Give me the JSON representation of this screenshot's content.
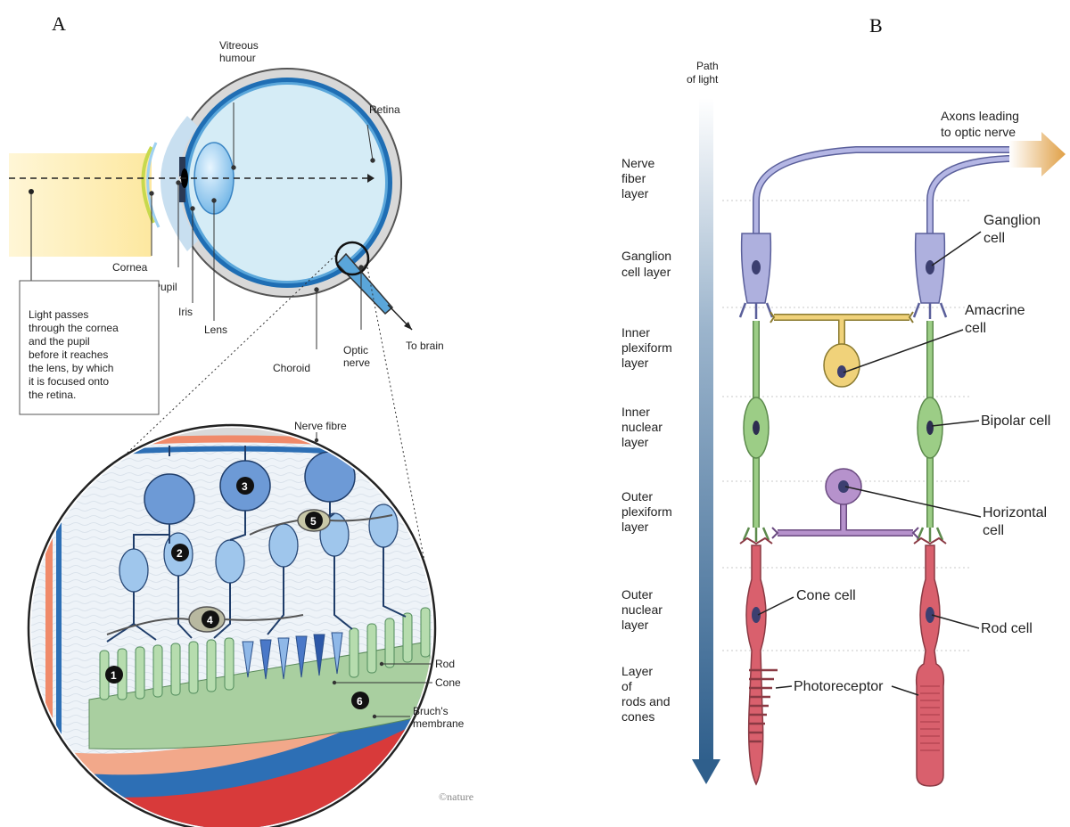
{
  "panels": {
    "a": "A",
    "b": "B"
  },
  "panel_a": {
    "labels": {
      "vitreous_1": "Vitreous",
      "vitreous_2": "humour",
      "retina": "Retina",
      "cornea": "Cornea",
      "pupil": "Pupil",
      "iris": "Iris",
      "lens": "Lens",
      "choroid": "Choroid",
      "optic_1": "Optic",
      "optic_2": "nerve",
      "to_brain": "To brain",
      "nerve_fibre": "Nerve fibre",
      "rod": "Rod",
      "cone": "Cone",
      "bruch_1": "Bruch's",
      "bruch_2": "membrane"
    },
    "callout": [
      "Light passes",
      "through the cornea",
      "and the pupil",
      "before it reaches",
      "the lens, by which",
      "it is focused onto",
      "the retina."
    ],
    "markers": [
      "1",
      "2",
      "3",
      "4",
      "5",
      "6"
    ],
    "credit": "©nature"
  },
  "panel_b": {
    "path_1": "Path",
    "path_2": "of light",
    "axons_1": "Axons leading",
    "axons_2": "to optic nerve",
    "layers": [
      {
        "lines": [
          "Nerve",
          "fiber",
          "layer"
        ]
      },
      {
        "lines": [
          "Ganglion",
          "cell layer"
        ]
      },
      {
        "lines": [
          "Inner",
          "plexiform",
          "layer"
        ]
      },
      {
        "lines": [
          "Inner",
          "nuclear",
          "layer"
        ]
      },
      {
        "lines": [
          "Outer",
          "plexiform",
          "layer"
        ]
      },
      {
        "lines": [
          "Outer",
          "nuclear",
          "layer"
        ]
      },
      {
        "lines": [
          "Layer",
          "of",
          "rods and",
          "cones"
        ]
      }
    ],
    "cells": {
      "ganglion_1": "Ganglion",
      "ganglion_2": "cell",
      "amacrine_1": "Amacrine",
      "amacrine_2": "cell",
      "bipolar": "Bipolar cell",
      "horizontal_1": "Horizontal",
      "horizontal_2": "cell",
      "cone": "Cone cell",
      "rod": "Rod cell",
      "photoreceptor": "Photoreceptor"
    },
    "colors": {
      "ganglion": "#aeb0de",
      "amacrine": "#f0d27a",
      "bipolar": "#9ccd86",
      "horizontal": "#b692cc",
      "photoreceptor": "#d9606d",
      "arrow": "#2f5f8c",
      "axon_arrow": "#e0a046"
    }
  }
}
